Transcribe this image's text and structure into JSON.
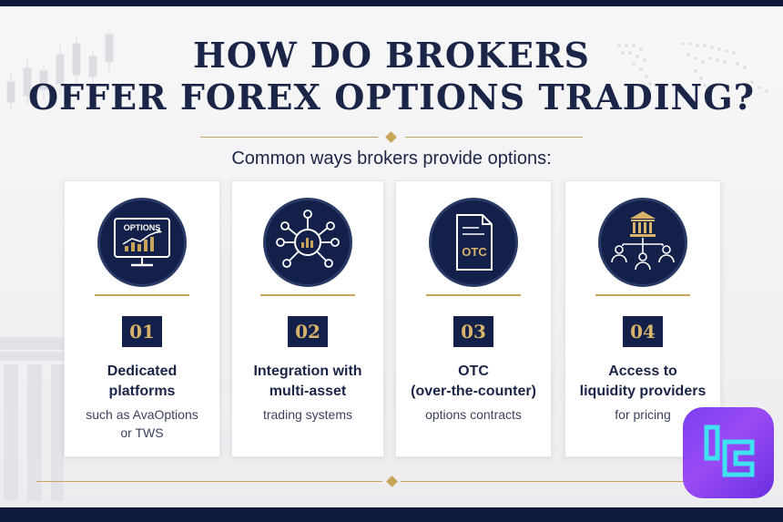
{
  "title_line1": "HOW DO BROKERS",
  "title_line2": "OFFER FOREX OPTIONS TRADING?",
  "subtitle": "Common ways brokers provide options:",
  "cards": [
    {
      "number": "01",
      "title_line1": "Dedicated",
      "title_line2": "platforms",
      "desc_line1": "such as AvaOptions",
      "desc_line2": "or TWS",
      "icon": "monitor-chart-icon",
      "icon_text": "OPTIONS"
    },
    {
      "number": "02",
      "title_line1": "Integration with",
      "title_line2": "multi-asset",
      "desc_line1": "trading systems",
      "desc_line2": "",
      "icon": "network-hub-icon"
    },
    {
      "number": "03",
      "title_line1": "OTC",
      "title_line2": "(over-the-counter)",
      "desc_line1": "options contracts",
      "desc_line2": "",
      "icon": "document-icon",
      "icon_text": "OTC"
    },
    {
      "number": "04",
      "title_line1": "Access to",
      "title_line2": "liquidity providers",
      "desc_line1": "for pricing",
      "desc_line2": "",
      "icon": "bank-people-icon"
    }
  ],
  "colors": {
    "navy": "#13214a",
    "gold": "#c8a35a",
    "background": "#f4f4f6",
    "logo_purple": "#8a45f2",
    "logo_cyan": "#3fe0f0"
  }
}
